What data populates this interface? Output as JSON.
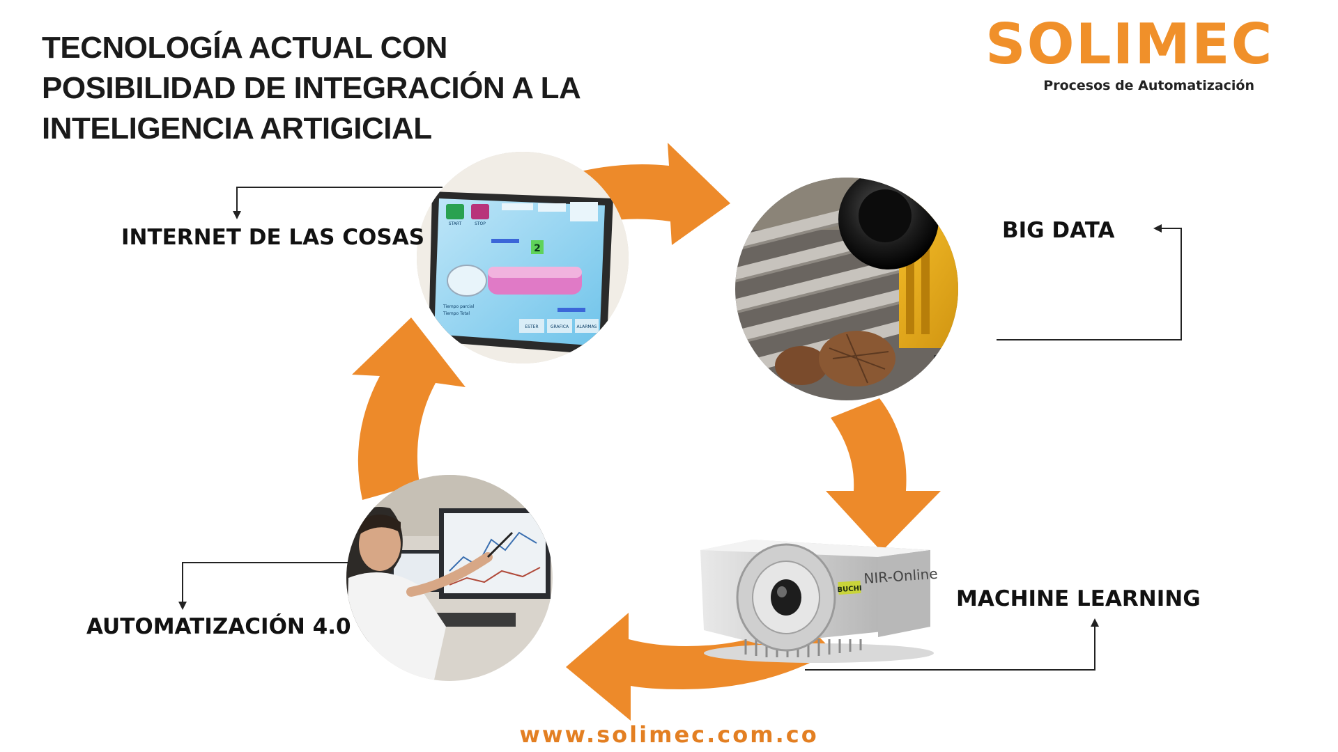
{
  "title": {
    "lines": [
      "TECNOLOGÍA ACTUAL CON",
      "POSIBILIDAD DE INTEGRACIÓN A LA",
      "INTELIGENCIA ARTIGICIAL"
    ]
  },
  "logo": {
    "name": "SOLIMEC",
    "tagline": "Procesos de Automatización"
  },
  "nodes": [
    {
      "label": "INTERNET DE LAS COSAS",
      "image": "hmi-touchscreen-panel"
    },
    {
      "label": "BIG DATA",
      "image": "industrial-vision-camera-on-conveyor"
    },
    {
      "label": "MACHINE LEARNING",
      "image": "nir-online-analyzer"
    },
    {
      "label": "AUTOMATIZACIÓN 4.0",
      "image": "engineer-at-monitors"
    }
  ],
  "hmi": {
    "start": "START",
    "stop": "STOP",
    "step": "2",
    "tabs": [
      "ESTER",
      "GRAFICA",
      "ALARMAS"
    ],
    "fields": [
      "Tiempo parcial",
      "Tiempo Total"
    ]
  },
  "analyzer": {
    "brand": "BUCHI",
    "model": "NIR-Online"
  },
  "footer": {
    "url": "www.solimec.com.co"
  },
  "colors": {
    "accent": "#f0902a",
    "arrow": "#ed8a2a",
    "text": "#111111"
  }
}
